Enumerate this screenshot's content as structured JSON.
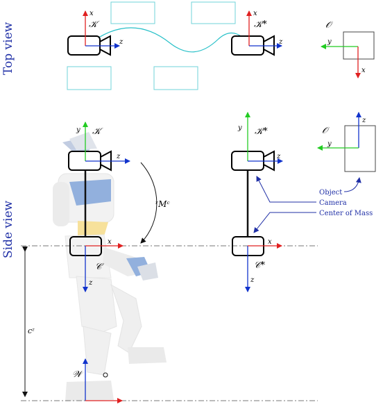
{
  "view_labels": {
    "top": "Top view",
    "side": "Side view"
  },
  "frames": {
    "camera": "𝒦",
    "camera_ref": "𝒦*",
    "object": "𝒪",
    "com": "𝒞",
    "com_ref": "𝒞*",
    "world": "𝒲"
  },
  "axes": {
    "x": "x",
    "y": "y",
    "z": "z"
  },
  "transform_label": "ʳMᶜ",
  "height_label": "cᶻ",
  "annotations": {
    "object": "Object",
    "camera": "Camera",
    "com": "Center of Mass"
  },
  "colors": {
    "x_axis": "#e02020",
    "y_axis": "#22cc22",
    "z_axis": "#1133cc",
    "trajectory": "#27c0c8",
    "obstacle": "#6fd3d8",
    "label_blue": "#1f2fa6"
  }
}
